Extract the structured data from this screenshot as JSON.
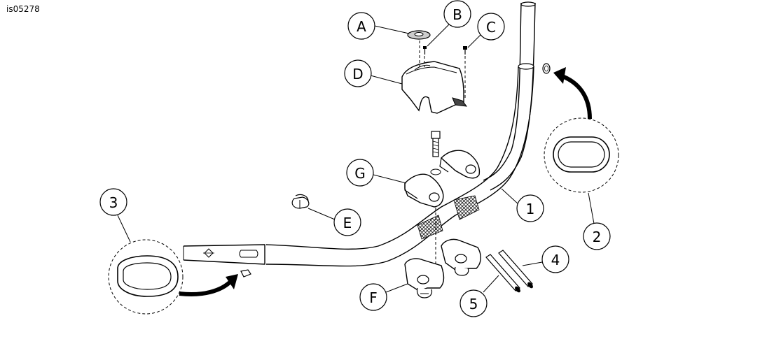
{
  "figure_id": "is05278",
  "callouts": {
    "A": "A",
    "B": "B",
    "C": "C",
    "D": "D",
    "E": "E",
    "F": "F",
    "G": "G",
    "one": "1",
    "two": "2",
    "three": "3",
    "four": "4",
    "five": "5"
  }
}
